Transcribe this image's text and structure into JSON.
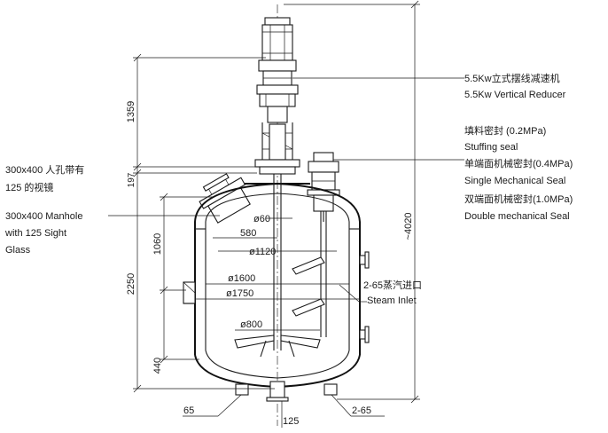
{
  "labels": {
    "reducer_cn": "5.5Kw立式摆线减速机",
    "reducer_en": "5.5Kw Vertical Reducer",
    "seal_cn1": "填料密封 (0.2MPa)",
    "seal_en1": "Stuffing seal",
    "seal_cn2": "单端面机械密封(0.4MPa)",
    "seal_en2": "Single Mechanical Seal",
    "seal_cn3": "双端面机械密封(1.0MPa)",
    "seal_en3": "Double mechanical Seal",
    "manhole_cn1": "300x400 人孔带有",
    "manhole_cn2": "125 的视镜",
    "manhole_en1": "300x400 Manhole",
    "manhole_en2": "with 125 Sight",
    "manhole_en3": "Glass",
    "steam_cn": "2-65蒸汽进口",
    "steam_en": "Steam Inlet"
  },
  "dimensions": {
    "d1359": "1359",
    "d197": "197",
    "d2250": "2250",
    "d1060": "1060",
    "d440": "440",
    "d4020": "~4020",
    "d60": "ø60",
    "d580": "580",
    "d1120": "ø1120",
    "d1600": "ø1600",
    "d1750": "ø1750",
    "d800": "ø800",
    "d65": "65",
    "d125": "125",
    "d2_65": "2-65"
  }
}
